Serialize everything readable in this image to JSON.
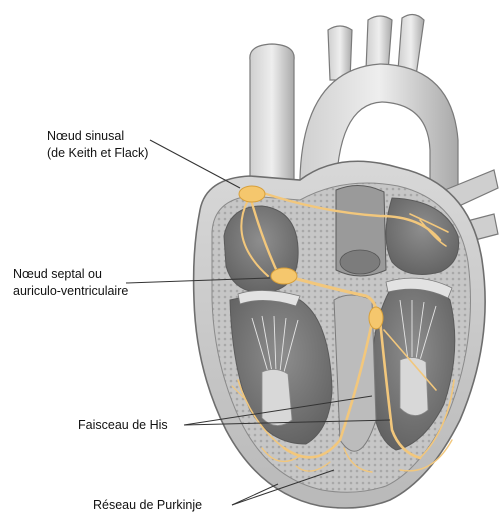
{
  "labels": {
    "sinoatrial_line1": "Nœud sinusal",
    "sinoatrial_line2": "(de Keith et Flack)",
    "av_line1": "Nœud septal ou",
    "av_line2": "auriculo-ventriculaire",
    "his": "Faisceau de His",
    "purkinje": "Réseau de Purkinje"
  },
  "colors": {
    "tissue_light": "#dcdcdc",
    "tissue_mid": "#bdbdbd",
    "tissue_dark": "#8f8f8f",
    "tissue_outline": "#6e6e6e",
    "conduction": "#f2c77c",
    "conduction_node": "#f5c76d",
    "leader_line": "#333333"
  }
}
